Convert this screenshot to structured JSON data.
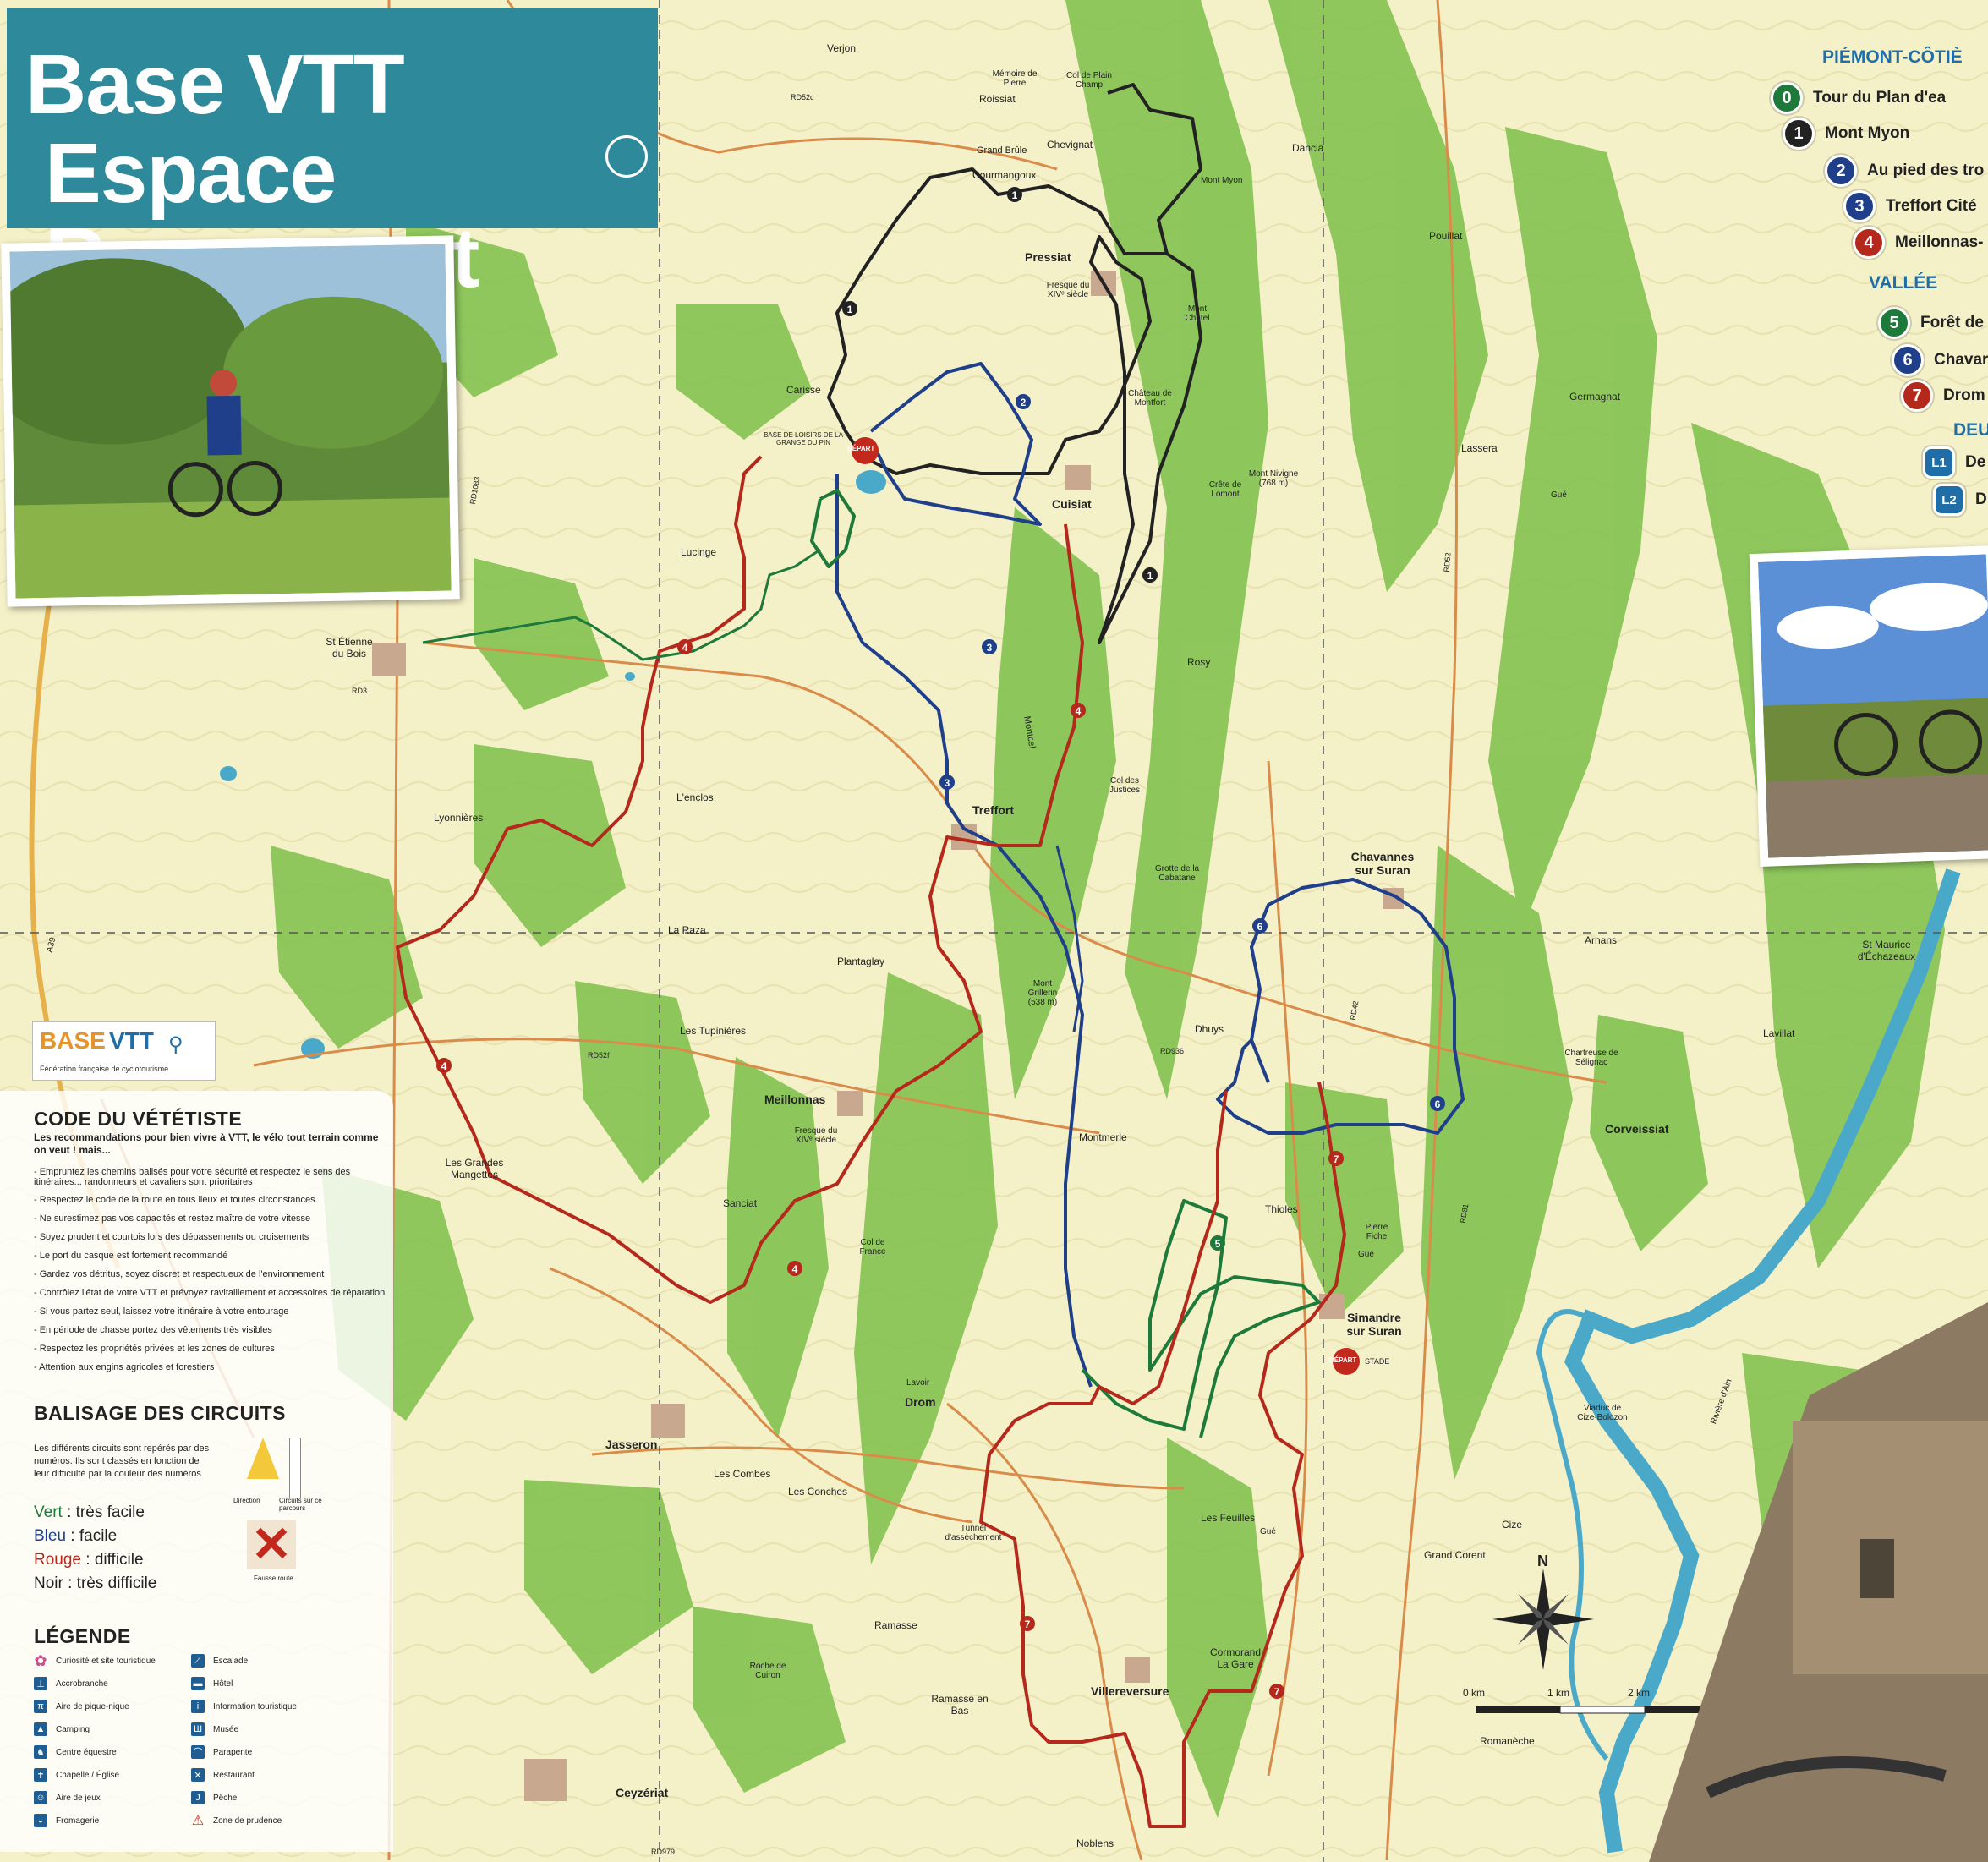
{
  "title": {
    "line1": "Base VTT",
    "line2": "Espace Revermont"
  },
  "routes": {
    "zone1": "PIÉMONT-CÔTIÈ",
    "zone2": "VALLÉE",
    "zone3": "DEU",
    "items": [
      {
        "num": "0",
        "name": "Tour du Plan d'ea",
        "color": "#1e7a3a"
      },
      {
        "num": "1",
        "name": "Mont Myon",
        "color": "#222222"
      },
      {
        "num": "2",
        "name": "Au pied des tro",
        "color": "#1f3f8a"
      },
      {
        "num": "3",
        "name": "Treffort Cité",
        "color": "#1f3f8a"
      },
      {
        "num": "4",
        "name": "Meillonnas-",
        "color": "#b5281c"
      },
      {
        "num": "5",
        "name": "Forêt de",
        "color": "#1e7a3a"
      },
      {
        "num": "6",
        "name": "Chavar",
        "color": "#1f3f8a"
      },
      {
        "num": "7",
        "name": "Drom",
        "color": "#b5281c"
      },
      {
        "num": "L1",
        "name": "De",
        "color": "#1f6ea8"
      },
      {
        "num": "L2",
        "name": "D",
        "color": "#1f6ea8"
      }
    ]
  },
  "base_logo": {
    "word1": "BASE",
    "word2": "VTT",
    "sub": "Fédération française de cyclotourisme"
  },
  "code": {
    "title": "CODE DU VÉTÉTISTE",
    "intro": "Les recommandations pour bien vivre à VTT, le vélo tout terrain comme on veut ! mais...",
    "items": [
      "- Empruntez les chemins balisés pour votre sécurité et respectez le sens des itinéraires... randonneurs et cavaliers sont prioritaires",
      "- Respectez le code de la route en tous lieux et toutes circonstances.",
      "- Ne surestimez pas vos capacités et restez maître de votre vitesse",
      "- Soyez prudent et courtois lors des dépassements ou croisements",
      "- Le port du casque est fortement recommandé",
      "- Gardez vos détritus, soyez discret et respectueux de l'environnement",
      "- Contrôlez l'état de votre VTT et prévoyez ravitaillement et accessoires de réparation",
      "- Si vous partez seul, laissez votre itinéraire à votre entourage",
      "- En période de chasse portez des vêtements très visibles",
      "- Respectez les propriétés privées et les zones de cultures",
      "- Attention aux engins agricoles et forestiers"
    ]
  },
  "balisage": {
    "title": "BALISAGE DES CIRCUITS",
    "text": "Les différents circuits sont repérés par des numéros. Ils sont classés en fonction de leur difficulté par la couleur des numéros",
    "direction": "Direction",
    "circuits": "Circuits sur ce parcours",
    "fausse": "Fausse route",
    "levels": [
      {
        "color": "Vert",
        "rest": " : très facile",
        "hex": "#1e7a3a"
      },
      {
        "color": "Bleu",
        "rest": " : facile",
        "hex": "#1f3f8a"
      },
      {
        "color": "Rouge",
        "rest": " : difficile",
        "hex": "#b5281c"
      },
      {
        "color": "Noir",
        "rest": " : très difficile",
        "hex": "#222222"
      }
    ]
  },
  "legend": {
    "title": "LÉGENDE",
    "col1": [
      {
        "icon": "curiosity-icon",
        "label": "Curiosité et site touristique"
      },
      {
        "icon": "treetop-icon",
        "label": "Accrobranche"
      },
      {
        "icon": "picnic-icon",
        "label": "Aire de pique-nique"
      },
      {
        "icon": "camping-icon",
        "label": "Camping"
      },
      {
        "icon": "horse-icon",
        "label": "Centre équestre"
      },
      {
        "icon": "chapel-icon",
        "label": "Chapelle / Église"
      },
      {
        "icon": "playground-icon",
        "label": "Aire de jeux"
      },
      {
        "icon": "cheese-icon",
        "label": "Fromagerie"
      }
    ],
    "col2": [
      {
        "icon": "climbing-icon",
        "label": "Escalade"
      },
      {
        "icon": "hotel-icon",
        "label": "Hôtel"
      },
      {
        "icon": "info-icon",
        "label": "Information touristique"
      },
      {
        "icon": "museum-icon",
        "label": "Musée"
      },
      {
        "icon": "paraglide-icon",
        "label": "Parapente"
      },
      {
        "icon": "restaurant-icon",
        "label": "Restaurant"
      },
      {
        "icon": "fishing-icon",
        "label": "Pêche"
      },
      {
        "icon": "warning-icon",
        "label": "Zone de prudence"
      }
    ]
  },
  "scale": {
    "a": "0 km",
    "b": "1 km",
    "c": "2 km",
    "north": "N"
  },
  "places": [
    {
      "id": "verjon",
      "name": "Verjon"
    },
    {
      "id": "memoire",
      "name": "Mémoire de Pierre"
    },
    {
      "id": "roissiat",
      "name": "Roissiat"
    },
    {
      "id": "colplain",
      "name": "Col de Plain Champ"
    },
    {
      "id": "chevignat",
      "name": "Chevignat"
    },
    {
      "id": "grandbrule",
      "name": "Grand Brûle"
    },
    {
      "id": "courmangoux",
      "name": "Courmangoux"
    },
    {
      "id": "dancia",
      "name": "Dancia"
    },
    {
      "id": "montmyon",
      "name": "Mont Myon"
    },
    {
      "id": "pressiat",
      "name": "Pressiat"
    },
    {
      "id": "fresque1",
      "name": "Fresque du XIVᵉ siècle"
    },
    {
      "id": "pouillat",
      "name": "Pouillat"
    },
    {
      "id": "montchatel",
      "name": "Mont Châtel"
    },
    {
      "id": "carisse",
      "name": "Carisse"
    },
    {
      "id": "baseloisirs",
      "name": "BASE DE LOISIRS DE LA GRANGE DU PIN"
    },
    {
      "id": "chateau",
      "name": "Château de Montfort"
    },
    {
      "id": "germagnat",
      "name": "Germagnat"
    },
    {
      "id": "montnivigne",
      "name": "Mont Nivigne (768 m)"
    },
    {
      "id": "cretelomont",
      "name": "Crête de Lomont"
    },
    {
      "id": "lassera",
      "name": "Lassera"
    },
    {
      "id": "gue1",
      "name": "Gué"
    },
    {
      "id": "cuisiat",
      "name": "Cuisiat"
    },
    {
      "id": "lucinge",
      "name": "Lucinge"
    },
    {
      "id": "stetienne",
      "name": "St Étienne du Bois"
    },
    {
      "id": "rosy",
      "name": "Rosy"
    },
    {
      "id": "lenclos",
      "name": "L'enclos"
    },
    {
      "id": "treffort",
      "name": "Treffort"
    },
    {
      "id": "coljustices",
      "name": "Col des Justices"
    },
    {
      "id": "lyonnieres",
      "name": "Lyonnières"
    },
    {
      "id": "grotte",
      "name": "Grotte de la Cabatane"
    },
    {
      "id": "chavannes",
      "name": "Chavannes sur Suran"
    },
    {
      "id": "laraza",
      "name": "La Raza"
    },
    {
      "id": "plantaglay",
      "name": "Plantaglay"
    },
    {
      "id": "arnans",
      "name": "Arnans"
    },
    {
      "id": "stmaurice",
      "name": "St Maurice d'Échazeaux"
    },
    {
      "id": "montgrillerin",
      "name": "Mont Grillerin (538 m)"
    },
    {
      "id": "dhuys",
      "name": "Dhuys"
    },
    {
      "id": "tupinieres",
      "name": "Les Tupinières"
    },
    {
      "id": "lavillat",
      "name": "Lavillat"
    },
    {
      "id": "chartreuse",
      "name": "Chartreuse de Sélignac"
    },
    {
      "id": "meillonnas",
      "name": "Meillonnas"
    },
    {
      "id": "fresque2",
      "name": "Fresque du XIVᵉ siècle"
    },
    {
      "id": "corveissiat",
      "name": "Corveissiat"
    },
    {
      "id": "montmerle",
      "name": "Montmerle"
    },
    {
      "id": "grandesmangettes",
      "name": "Les Grandes Mangettes"
    },
    {
      "id": "sanciat",
      "name": "Sanciat"
    },
    {
      "id": "thioles",
      "name": "Thioles"
    },
    {
      "id": "pierrefiche",
      "name": "Pierre Fiche"
    },
    {
      "id": "gue2",
      "name": "Gué"
    },
    {
      "id": "colfrance",
      "name": "Col de France"
    },
    {
      "id": "simandre",
      "name": "Simandre sur Suran"
    },
    {
      "id": "stade",
      "name": "STADE"
    },
    {
      "id": "lavoir",
      "name": "Lavoir"
    },
    {
      "id": "drom",
      "name": "Drom"
    },
    {
      "id": "viaduc",
      "name": "Viaduc de Cize-Bolozon"
    },
    {
      "id": "jasseron",
      "name": "Jasseron"
    },
    {
      "id": "lescombes",
      "name": "Les Combes"
    },
    {
      "id": "lesconches",
      "name": "Les Conches"
    },
    {
      "id": "lesfeuilles",
      "name": "Les Feuilles"
    },
    {
      "id": "gue3",
      "name": "Gué"
    },
    {
      "id": "tunnel",
      "name": "Tunnel d'assèchement"
    },
    {
      "id": "cize",
      "name": "Cize"
    },
    {
      "id": "grandcorent",
      "name": "Grand Corent"
    },
    {
      "id": "ramasse",
      "name": "Ramasse"
    },
    {
      "id": "cormorand",
      "name": "Cormorand La Gare"
    },
    {
      "id": "rochecuiron",
      "name": "Roche de Cuiron"
    },
    {
      "id": "ramasseenbas",
      "name": "Ramasse en Bas"
    },
    {
      "id": "villereversure",
      "name": "Villereversure"
    },
    {
      "id": "romaneche",
      "name": "Romanèche"
    },
    {
      "id": "ceyzeriat",
      "name": "Ceyzériat"
    },
    {
      "id": "noblens",
      "name": "Noblens"
    },
    {
      "id": "depart1",
      "name": "DÉPART"
    },
    {
      "id": "depart2",
      "name": "DÉPART"
    },
    {
      "id": "montcel",
      "name": "Montcel"
    },
    {
      "id": "rivierelain",
      "name": "Rivière d'Ain"
    }
  ],
  "roads": [
    "RD52c",
    "RD3",
    "RD1083",
    "RD52",
    "RD936",
    "RD52f",
    "RD42",
    "A39",
    "RD979",
    "RD81"
  ]
}
